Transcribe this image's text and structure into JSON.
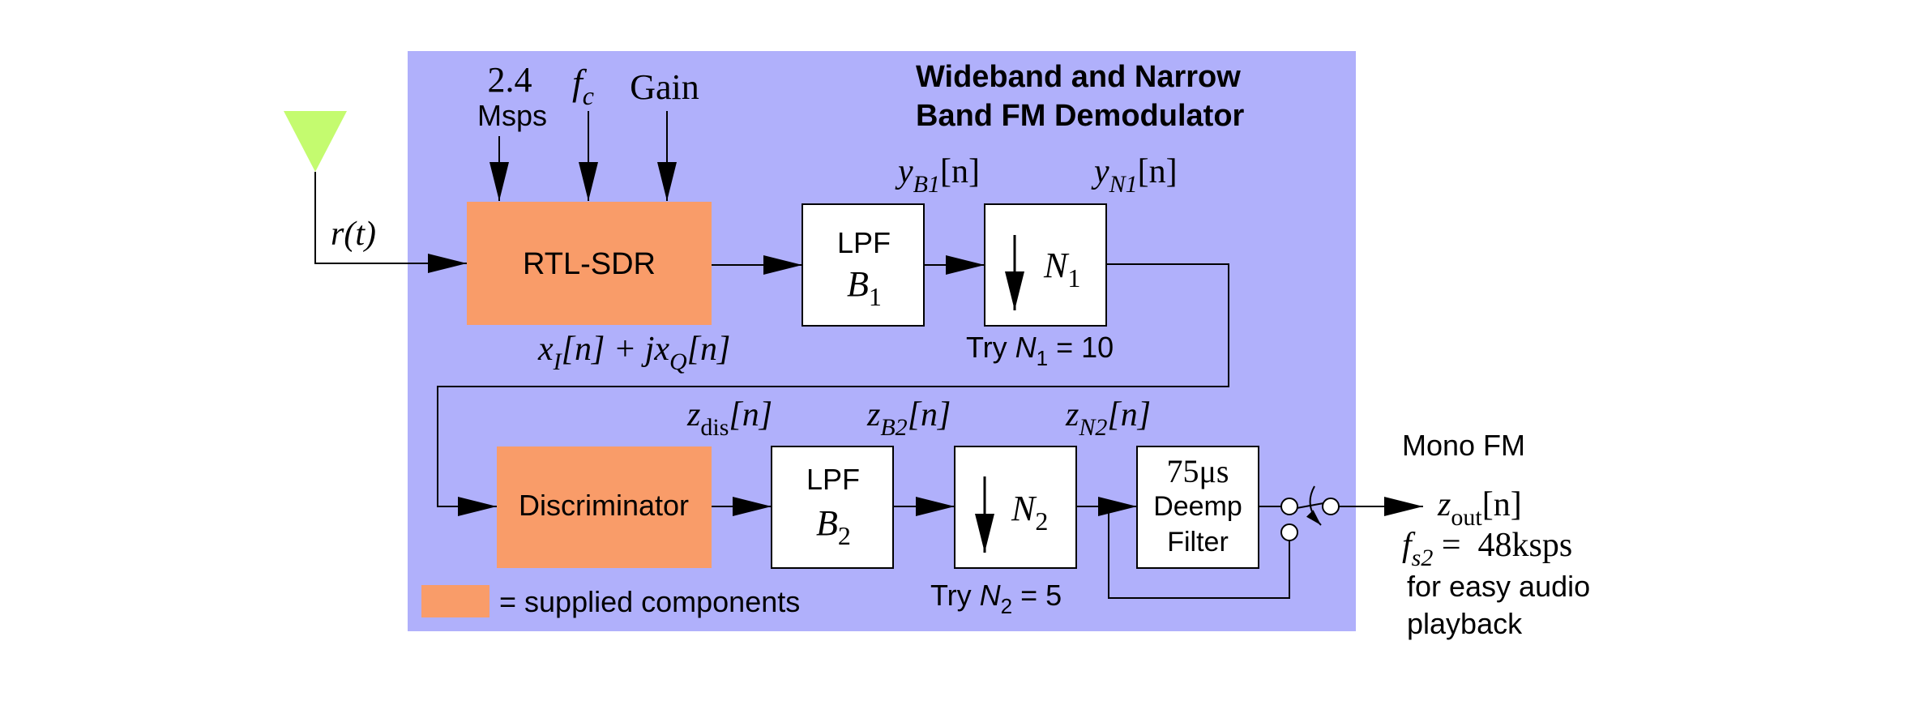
{
  "title_line1": "Wideband and Narrow",
  "title_line2": "Band FM Demodulator",
  "inputs": {
    "rate_value": "2.4",
    "rate_unit": "Msps",
    "fc_f": "f",
    "fc_sub": "c",
    "gain": "Gain"
  },
  "signal_rt": "r(t)",
  "blocks": {
    "rtlsdr": "RTL-SDR",
    "lpf1_top": "LPF",
    "lpf1_var": "B",
    "lpf1_sub": "1",
    "dec1_var": "N",
    "dec1_sub": "1",
    "discriminator": "Discriminator",
    "lpf2_top": "LPF",
    "lpf2_var": "B",
    "lpf2_sub": "2",
    "dec2_var": "N",
    "dec2_sub": "2",
    "deemp_top": "75μs",
    "deemp_mid": "Deemp",
    "deemp_bot": "Filter"
  },
  "signals": {
    "yB1": {
      "v": "y",
      "s": "B1",
      "r": "[n]"
    },
    "yN1": {
      "v": "y",
      "s": "N1",
      "r": "[n]"
    },
    "xiq": {
      "a": "x",
      "as": "I",
      "b": "[n] + jx",
      "bs": "Q",
      "c": "[n]"
    },
    "zdis": {
      "v": "z",
      "s": "dis",
      "r": "[n]"
    },
    "zB2": {
      "v": "z",
      "s": "B2",
      "r": "[n]"
    },
    "zN2": {
      "v": "z",
      "s": "N2",
      "r": "[n]"
    },
    "zout": {
      "v": "z",
      "s": "out",
      "r": "[n]"
    }
  },
  "try1": {
    "pre": "Try ",
    "var": "N",
    "sub": "1",
    "post": " = 10"
  },
  "try2": {
    "pre": "Try ",
    "var": "N",
    "sub": "2",
    "post": " = 5"
  },
  "legend_text": "= supplied components",
  "output": {
    "mono": "Mono FM",
    "fs_f": "f",
    "fs_sub": "s2",
    "fs_eq": " =  48ksps",
    "note1": "for easy audio",
    "note2": "playback"
  },
  "colors": {
    "panel": "#b0b0fb",
    "supplied": "#f99c69",
    "antenna": "#c4fb6f",
    "block": "#ffffff",
    "line": "#000000"
  }
}
